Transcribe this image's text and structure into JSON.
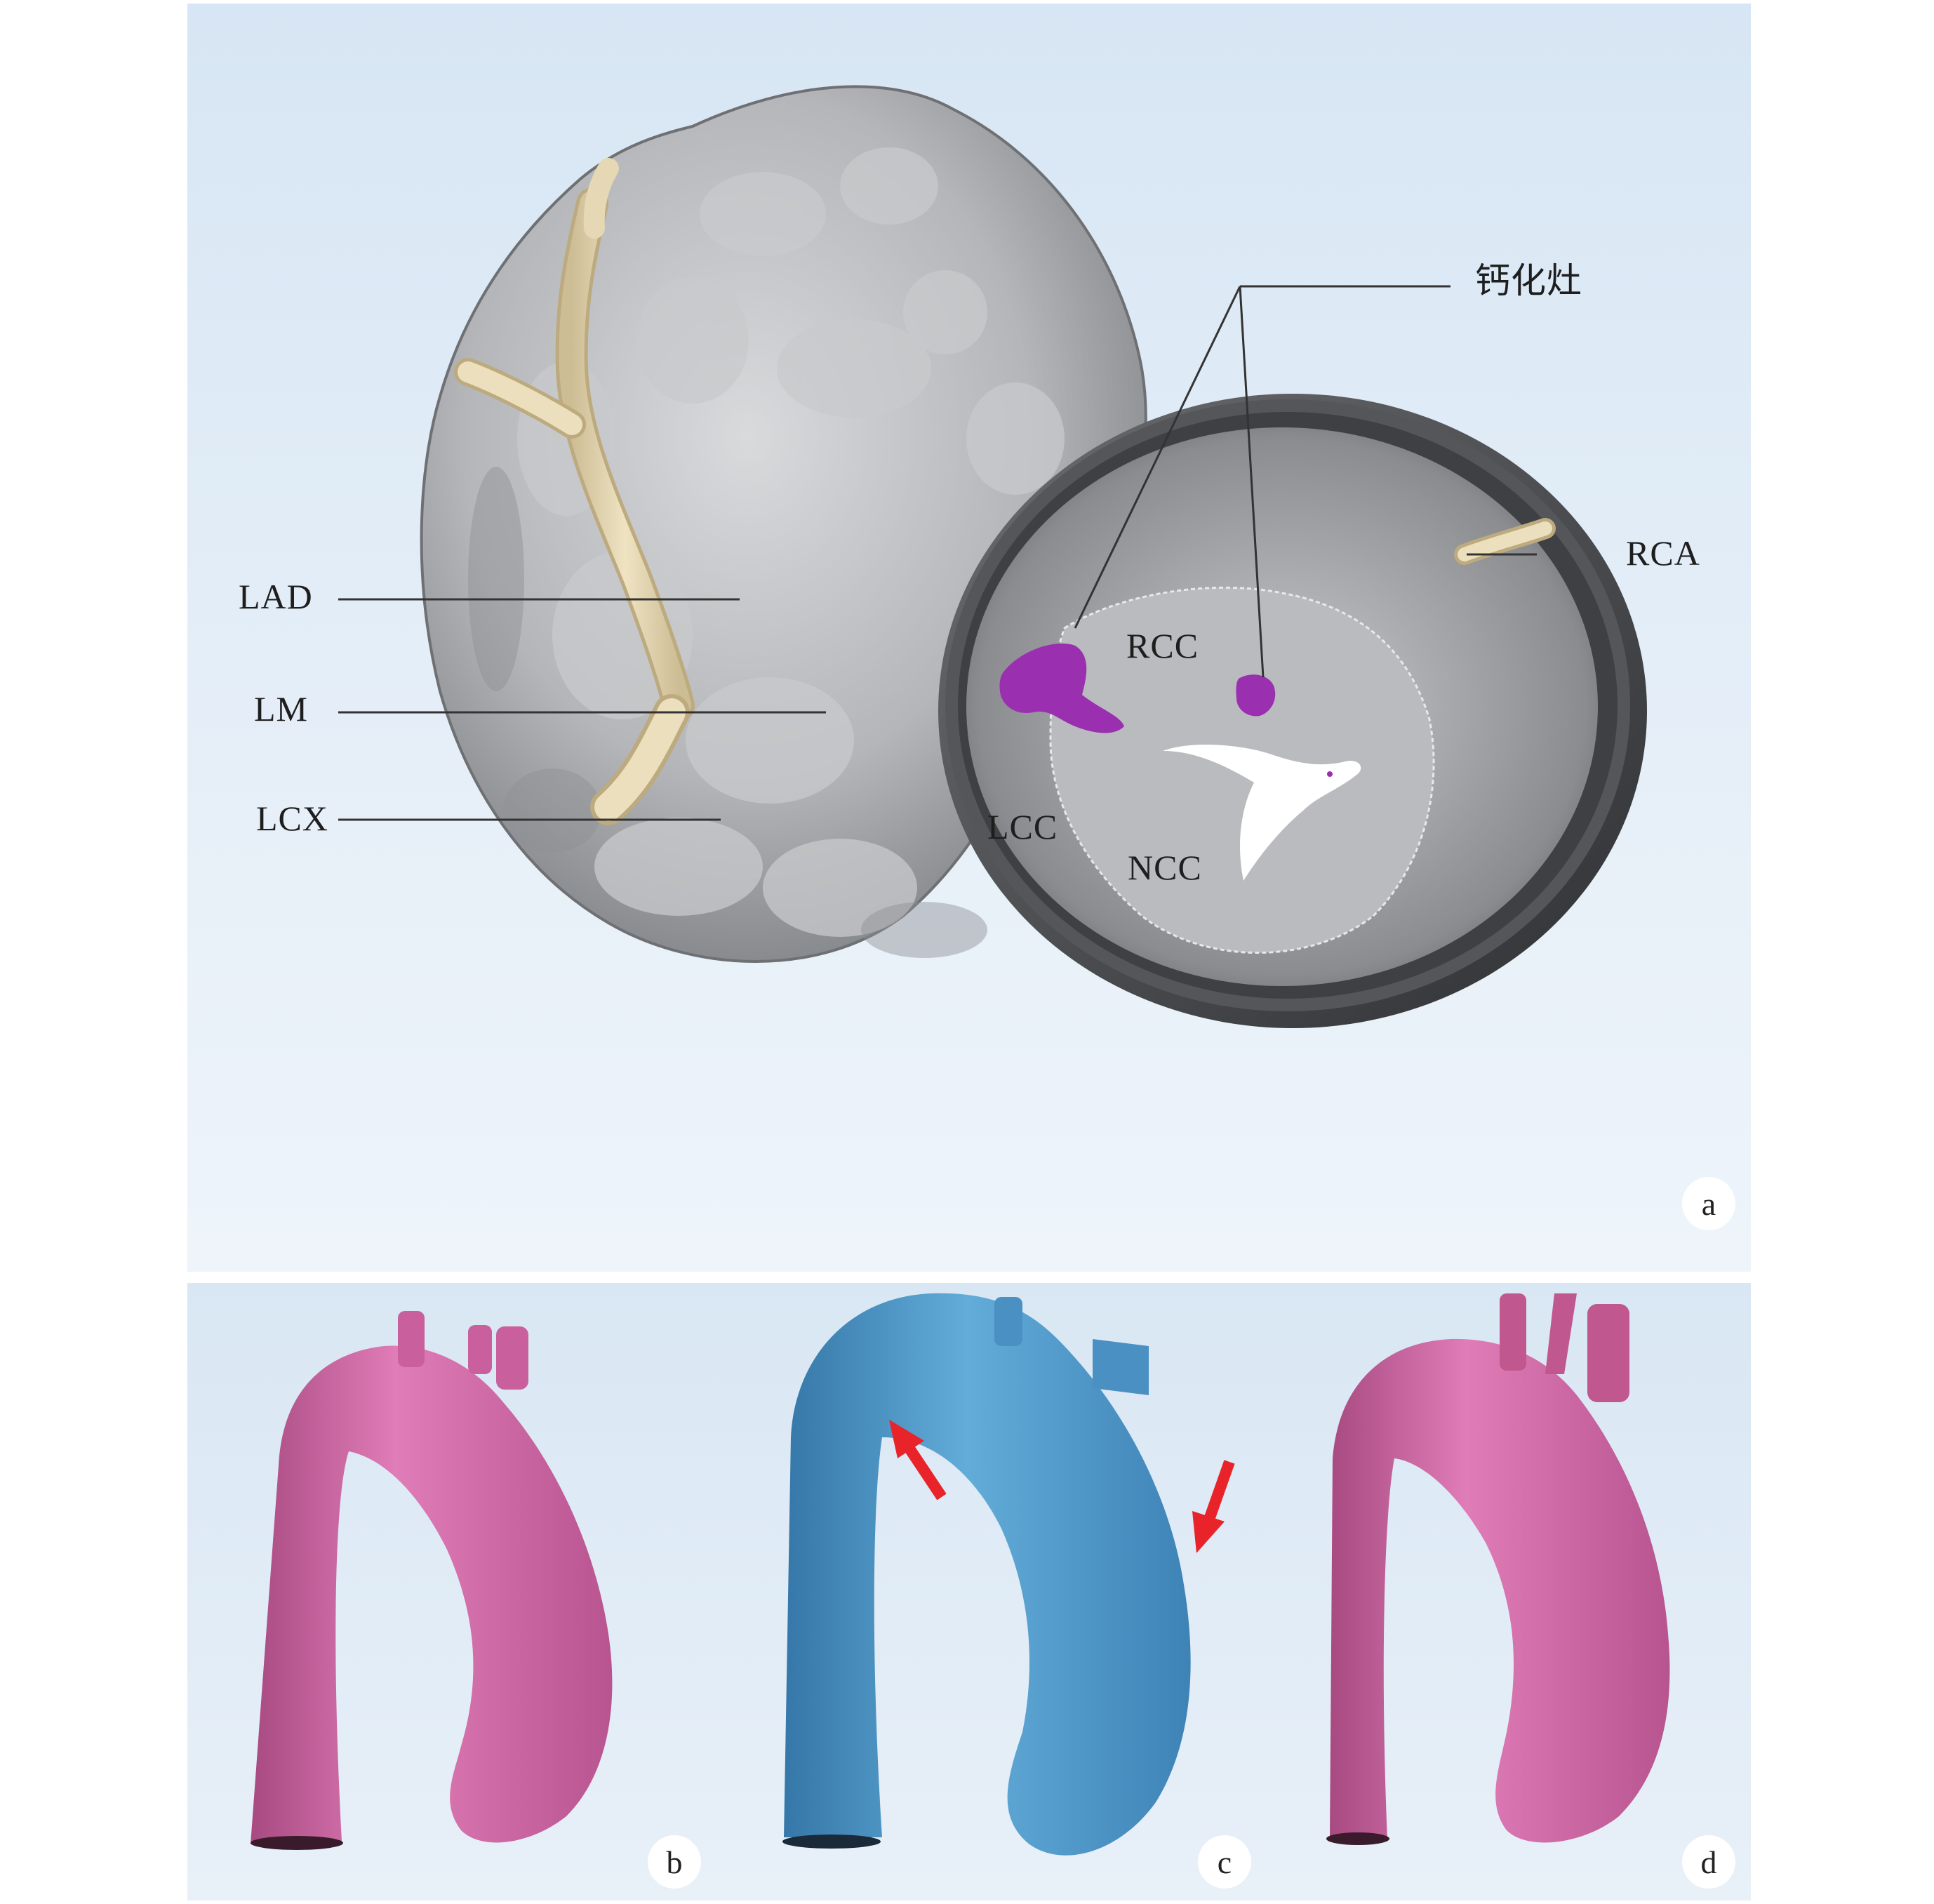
{
  "figure": {
    "panel_a": {
      "letter": "a",
      "labels": {
        "lad": "LAD",
        "lm": "LM",
        "lcx": "LCX",
        "rca": "RCA",
        "rcc": "RCC",
        "lcc": "LCC",
        "ncc": "NCC",
        "calcification": "钙化灶"
      }
    },
    "panel_b": {
      "letter": "b"
    },
    "panel_c": {
      "letter": "c"
    },
    "panel_d": {
      "letter": "d"
    },
    "colors": {
      "heart_gray": "#b9bbbd",
      "coronary_beige": "#e4d6b2",
      "calcification_purple": "#9a2fb0",
      "aorta_pink": "#d36da8",
      "aorta_blue": "#4f97c8",
      "arrow_red": "#e8232a"
    }
  }
}
